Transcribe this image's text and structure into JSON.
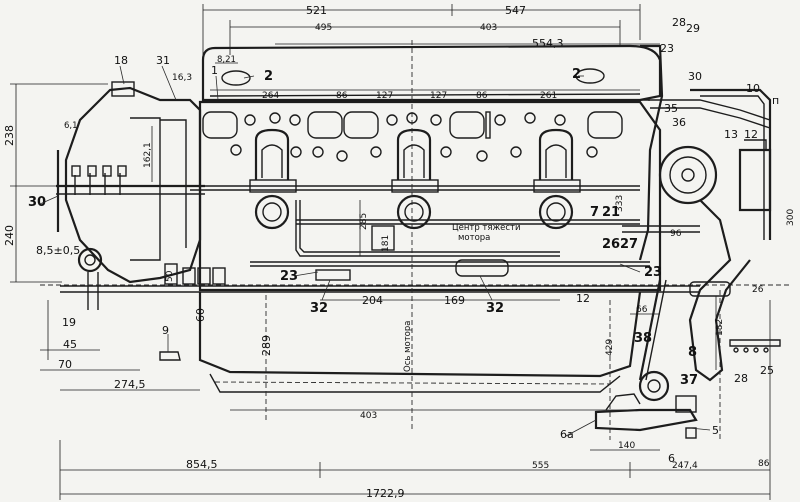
{
  "dimensions": {
    "d_521": "521",
    "d_547": "547",
    "d_495": "495",
    "d_403": "403",
    "d_554_3": "554,3",
    "d_264": "264",
    "d_86a": "86",
    "d_127a": "127",
    "d_127b": "127",
    "d_86b": "86",
    "d_261": "261",
    "d_16_3": "16,3",
    "d_238": "238",
    "d_240": "240",
    "d_162_1": "162,1",
    "d_8_5": "8,5±0,5",
    "d_45": "45",
    "d_70": "70",
    "d_274_5": "274,5",
    "d_60": "60",
    "d_289": "289",
    "d_285": "285",
    "d_181": "181",
    "d_204": "204",
    "d_169": "169",
    "d_66": "66",
    "d_429": "429",
    "d_182": "182",
    "d_96": "96",
    "d_26": "26",
    "d_333": "333",
    "d_403b": "403",
    "d_140": "140",
    "d_854_5": "854,5",
    "d_555": "555",
    "d_247_4": "247,4",
    "d_1722_9": "1722,9",
    "d_86c": "86",
    "d_300": "300",
    "d_50": "50",
    "d_6_1": "6,1",
    "d_8_21": "8,21"
  },
  "callouts": {
    "c18": "18",
    "c31": "31",
    "c1": "1",
    "c2a": "2",
    "c2b": "2",
    "c23a": "23",
    "c28": "28",
    "c29": "29",
    "c30a": "30",
    "c10": "10",
    "c11": "п",
    "c35": "35",
    "c36": "36",
    "c13": "13",
    "c12a": "12",
    "c30b": "30",
    "c19": "19",
    "c9": "9",
    "c23b": "23",
    "c32a": "32",
    "c32b": "32",
    "c12b": "12",
    "c7": "7",
    "c21": "21",
    "c26": "26",
    "c27": "27",
    "c23c": "23",
    "c38": "38",
    "c8": "8",
    "c37": "37",
    "c28b": "28",
    "c25": "25",
    "c6a": "6а",
    "c5": "5",
    "c6": "6"
  },
  "labels": {
    "center_line_1": "Центр тяжести",
    "center_line_2": "мотора",
    "axis_label": "Ось мотора"
  }
}
